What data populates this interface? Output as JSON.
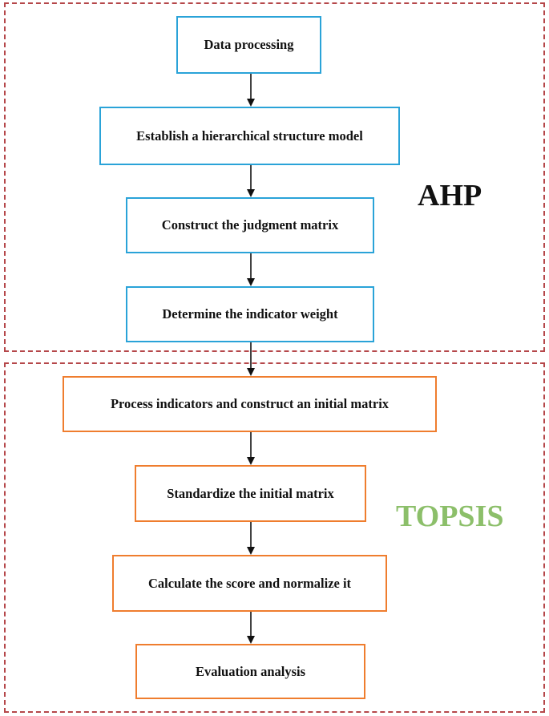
{
  "diagram": {
    "groups": [
      {
        "id": "ahp",
        "label": "AHP",
        "frame_color": "#b5474a",
        "label_color": "#111111"
      },
      {
        "id": "topsis",
        "label": "TOPSIS",
        "frame_color": "#b5474a",
        "label_color": "#8cbf6a"
      }
    ],
    "steps": [
      {
        "id": "s1",
        "group": "ahp",
        "text": "Data processing",
        "border_color": "#2aa3d8"
      },
      {
        "id": "s2",
        "group": "ahp",
        "text": "Establish a hierarchical structure model",
        "border_color": "#2aa3d8"
      },
      {
        "id": "s3",
        "group": "ahp",
        "text": "Construct the judgment matrix",
        "border_color": "#2aa3d8"
      },
      {
        "id": "s4",
        "group": "ahp",
        "text": "Determine the indicator weight",
        "border_color": "#2aa3d8"
      },
      {
        "id": "s5",
        "group": "topsis",
        "text": "Process indicators and construct an initial matrix",
        "border_color": "#ef7d2e"
      },
      {
        "id": "s6",
        "group": "topsis",
        "text": "Standardize the initial matrix",
        "border_color": "#ef7d2e"
      },
      {
        "id": "s7",
        "group": "topsis",
        "text": "Calculate the score and normalize it",
        "border_color": "#ef7d2e"
      },
      {
        "id": "s8",
        "group": "topsis",
        "text": "Evaluation analysis",
        "border_color": "#ef7d2e"
      }
    ],
    "edges": [
      {
        "from": "s1",
        "to": "s2"
      },
      {
        "from": "s2",
        "to": "s3"
      },
      {
        "from": "s3",
        "to": "s4"
      },
      {
        "from": "s4",
        "to": "s5"
      },
      {
        "from": "s5",
        "to": "s6"
      },
      {
        "from": "s6",
        "to": "s7"
      },
      {
        "from": "s7",
        "to": "s8"
      }
    ],
    "arrow_color": "#111111"
  }
}
